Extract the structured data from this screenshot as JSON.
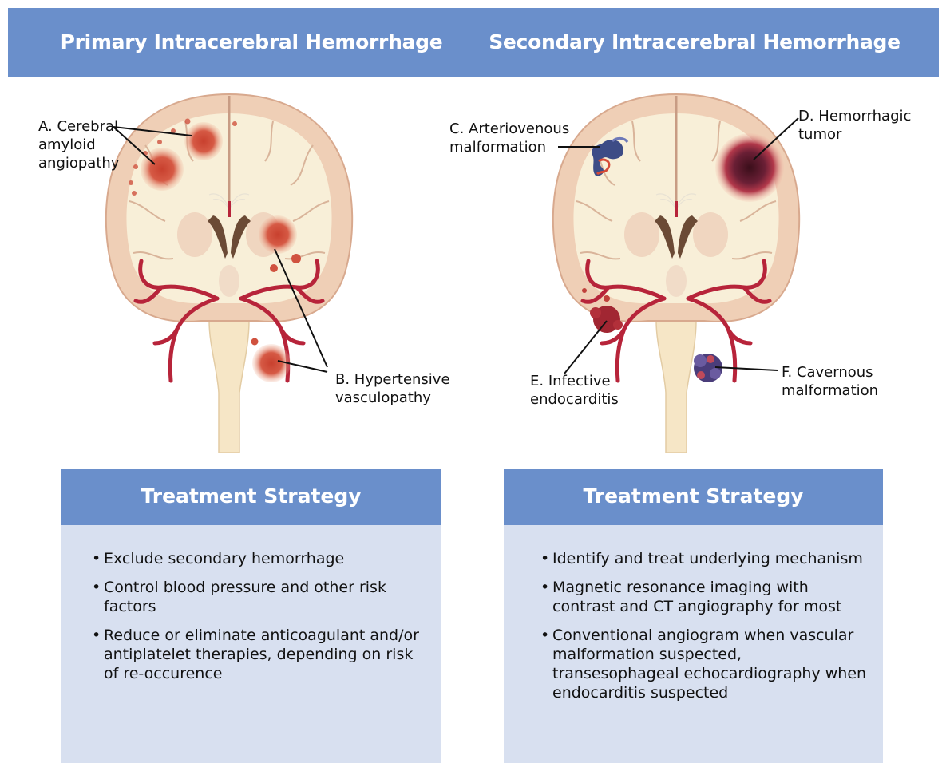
{
  "header": {
    "left_title": "Primary Intracerebral Hemorrhage",
    "right_title": "Secondary Intracerebral Hemorrhage"
  },
  "labels": {
    "a": "A. Cerebral\namyloid\nangiopathy",
    "b": "B. Hypertensive\nvasculopathy",
    "c": "C. Arteriovenous\nmalformation",
    "d": "D. Hemorrhagic\ntumor",
    "e": "E. Infective\nendocarditis",
    "f": "F. Cavernous\nmalformation"
  },
  "treatment_left": {
    "title": "Treatment Strategy",
    "items": [
      "Exclude secondary hemorrhage",
      "Control blood pressure and other risk factors",
      "Reduce or eliminate anticoagulant and/or antiplatelet therapies, depending on risk of re-occurence"
    ]
  },
  "treatment_right": {
    "title": "Treatment Strategy",
    "items": [
      "Identify and treat underlying mechanism",
      "Magnetic resonance imaging with contrast and CT angiography for most",
      "Conventional angiogram when vascular malformation suspected, transesophageal echocardiography when endocarditis suspected"
    ]
  },
  "colors": {
    "header_blue": "#6a8fcb",
    "panel_bg": "#d8e0f0",
    "cortex": "#efcfb6",
    "white_matter": "#f8efd8",
    "vessel": "#b7243a",
    "hemorrhage": "#d4493a"
  }
}
